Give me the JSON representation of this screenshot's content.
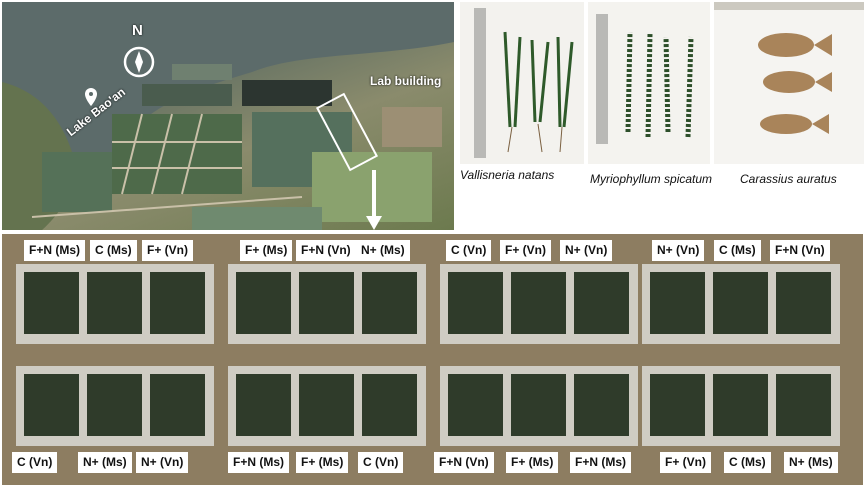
{
  "aerial": {
    "north_label": "N",
    "lab_label": "Lab building",
    "lake_label": "Lake Bao'an"
  },
  "specimens": [
    {
      "caption": "Vallisneria natans"
    },
    {
      "caption": "Myriophyllum spicatum"
    },
    {
      "caption": "Carassius auratus"
    }
  ],
  "tank_labels_top": [
    {
      "a": "F+N (Ms)",
      "b": "C (Ms)",
      "c": "F+ (Vn)"
    },
    {
      "a": "F+ (Ms)",
      "b": "F+N (Vn)",
      "c": "N+ (Ms)"
    },
    {
      "a": "C (Vn)",
      "b": "F+ (Vn)",
      "c": "N+ (Vn)"
    },
    {
      "a": "N+ (Vn)",
      "b": "C (Ms)",
      "c": "F+N (Vn)"
    }
  ],
  "tank_labels_bottom": [
    {
      "a": "C (Vn)",
      "b": "N+ (Ms)",
      "c": "N+ (Vn)"
    },
    {
      "a": "F+N (Ms)",
      "b": "F+ (Ms)",
      "c": "C (Vn)"
    },
    {
      "a": "F+N (Vn)",
      "b": "F+ (Ms)",
      "c": "F+N (Ms)"
    },
    {
      "a": "F+ (Vn)",
      "b": "C (Ms)",
      "c": "N+ (Ms)"
    }
  ],
  "colors": {
    "water": "#2f3b2a",
    "concrete": "#cfccc3",
    "ground": "#8d7d61"
  }
}
